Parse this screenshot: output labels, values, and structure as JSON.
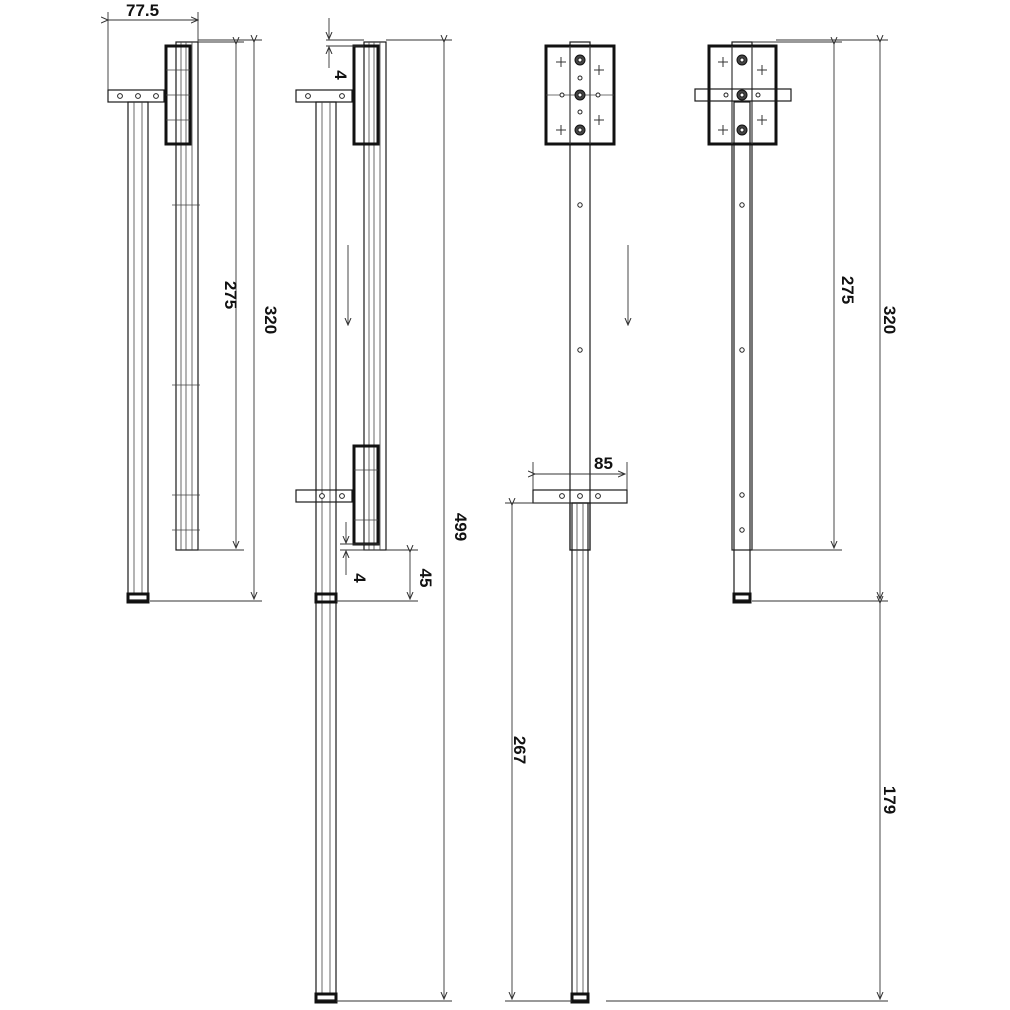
{
  "dimensions": {
    "d_77_5": "77.5",
    "d_275_a": "275",
    "d_320_a": "320",
    "d_4_top": "4",
    "d_4_bottom": "4",
    "d_45": "45",
    "d_499": "499",
    "d_85": "85",
    "d_267": "267",
    "d_275_b": "275",
    "d_320_b": "320",
    "d_179": "179"
  }
}
